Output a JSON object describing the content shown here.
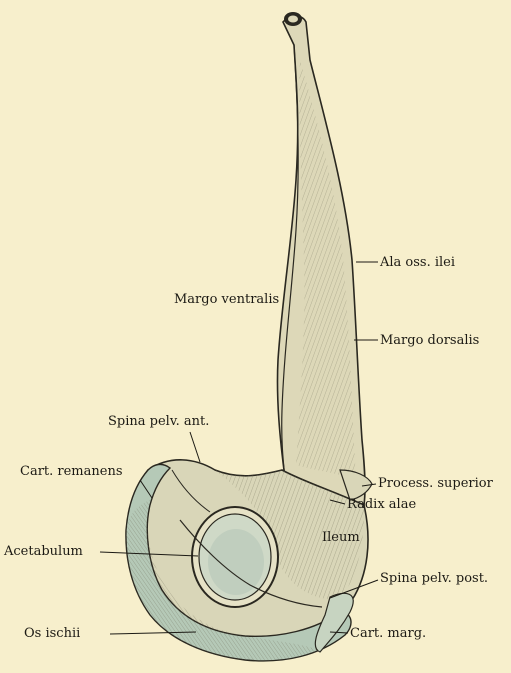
{
  "labels": {
    "ala_oss_ilei": "Ala oss. ilei",
    "margo_ventralis": "Margo ventralis",
    "margo_dorsalis": "Margo dorsalis",
    "spina_pelv_ant": "Spina pelv. ant.",
    "cart_remanens": "Cart. remanens",
    "process_superior": "Process. superior",
    "radix_alae": "Radix alae",
    "acetabulum": "Acetabulum",
    "ileum": "Ileum",
    "spina_pelv_post": "Spina pelv. post.",
    "os_ischii": "Os ischii",
    "cart_marg": "Cart. marg."
  },
  "colors": {
    "background": "#f7efcc",
    "bone": "#ddd8b8",
    "bone_shade": "#a9a68a",
    "cartilage": "#b5c9b7",
    "ink": "#1c1a14"
  }
}
